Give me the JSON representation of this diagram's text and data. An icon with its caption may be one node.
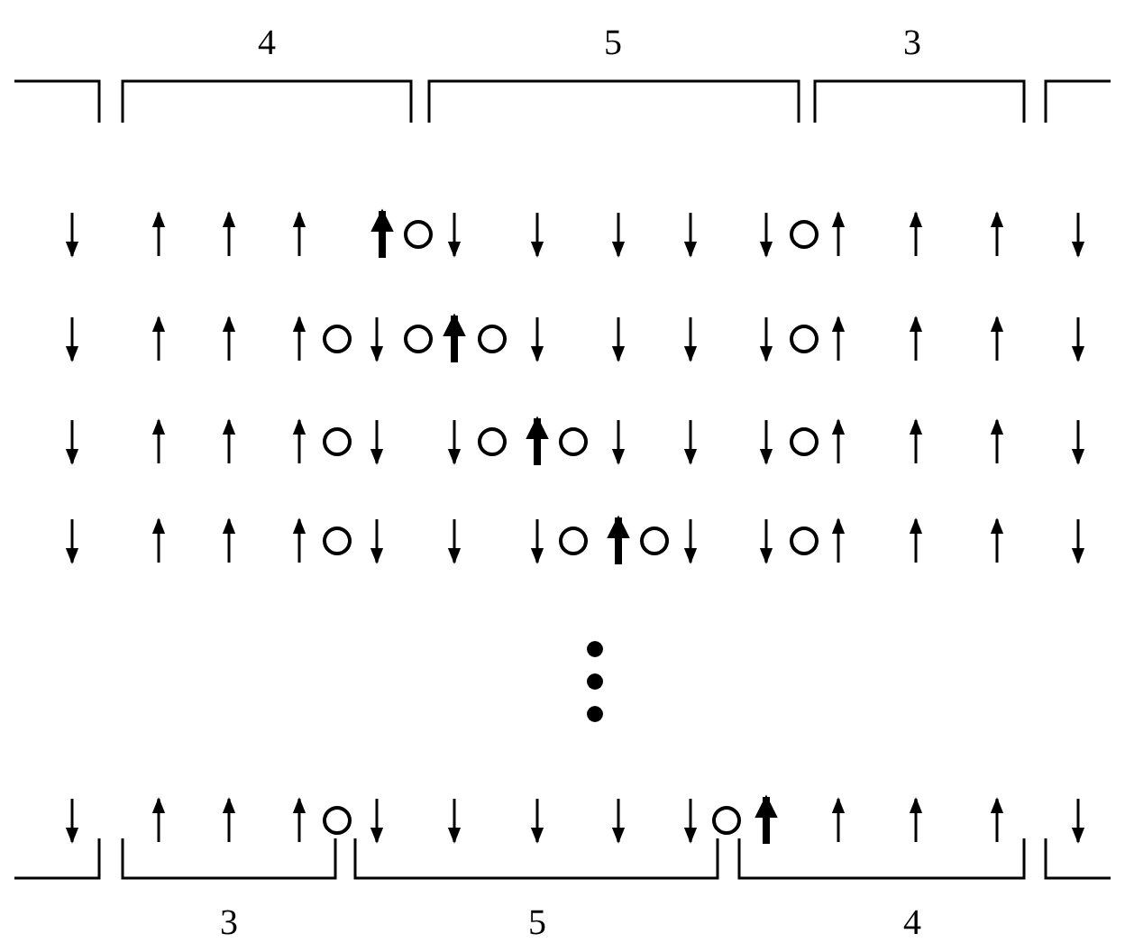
{
  "diagram": {
    "labels": [
      "4",
      "5",
      "3",
      "3",
      "5",
      "4"
    ]
  }
}
